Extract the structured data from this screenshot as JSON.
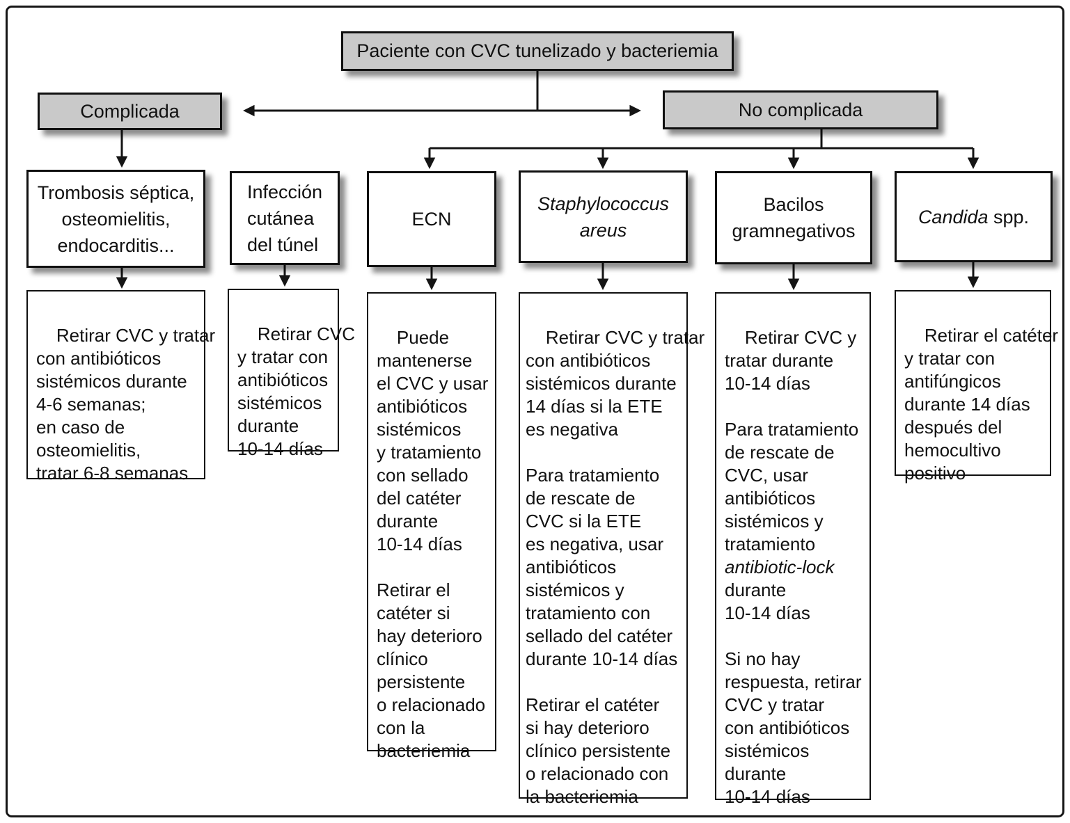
{
  "diagram": {
    "root_label": "Paciente con CVC tunelizado y bacteriemia",
    "branch_left": "Complicada",
    "branch_right": "No complicada",
    "nodes": {
      "trombosis": "Trombosis séptica,\nosteomielitis,\nendocarditis...",
      "infeccion": "Infección\ncutánea\ndel túnel",
      "ecn": "ECN",
      "staph": "Staphylococcus\nareus",
      "bacilos": "Bacilos\ngramnegativos",
      "candida_italic": "Candida",
      "candida_rest": " spp."
    },
    "treatments": {
      "complicada": "Retirar CVC y tratar\ncon antibióticos\nsistémicos durante\n4-6 semanas;\nen caso de\nosteomielitis,\ntratar 6-8 semanas",
      "infeccion": "Retirar CVC\ny tratar con\nantibióticos\nsistémicos\ndurante\n10-14 días",
      "ecn": "Puede\nmantenerse\nel CVC y usar\nantibióticos\nsistémicos\ny tratamiento\ncon sellado\ndel catéter\ndurante\n10-14 días\n\nRetirar el\ncatéter si\nhay deterioro\nclínico\npersistente\no relacionado\ncon la\nbacteriemia",
      "staph": "Retirar CVC y tratar\ncon antibióticos\nsistémicos durante\n14 días si la ETE\nes negativa\n\nPara tratamiento\nde rescate de\nCVC si la ETE\nes negativa, usar\nantibióticos\nsistémicos y\ntratamiento con\nsellado del catéter\ndurante 10-14 días\n\nRetirar el catéter\nsi hay deterioro\nclínico persistente\no relacionado con\nla bacteriemia",
      "bacilos_part1": "Retirar CVC y\ntratar durante\n10-14 días\n\nPara tratamiento\nde rescate de\nCVC, usar\nantibióticos\nsistémicos y\ntratamiento\n",
      "bacilos_italic": "antibiotic-lock",
      "bacilos_part2": "\ndurante\n10-14 días\n\nSi no hay\nrespuesta, retirar\nCVC y tratar\ncon antibióticos\nsistémicos\ndurante\n10-14 días",
      "candida": "Retirar el catéter\ny tratar con\nantifúngicos\ndurante 14 días\ndespués del\nhemocultivo\npositivo"
    },
    "colors": {
      "box_gray": "#c9c9c9",
      "line": "#151515"
    }
  }
}
